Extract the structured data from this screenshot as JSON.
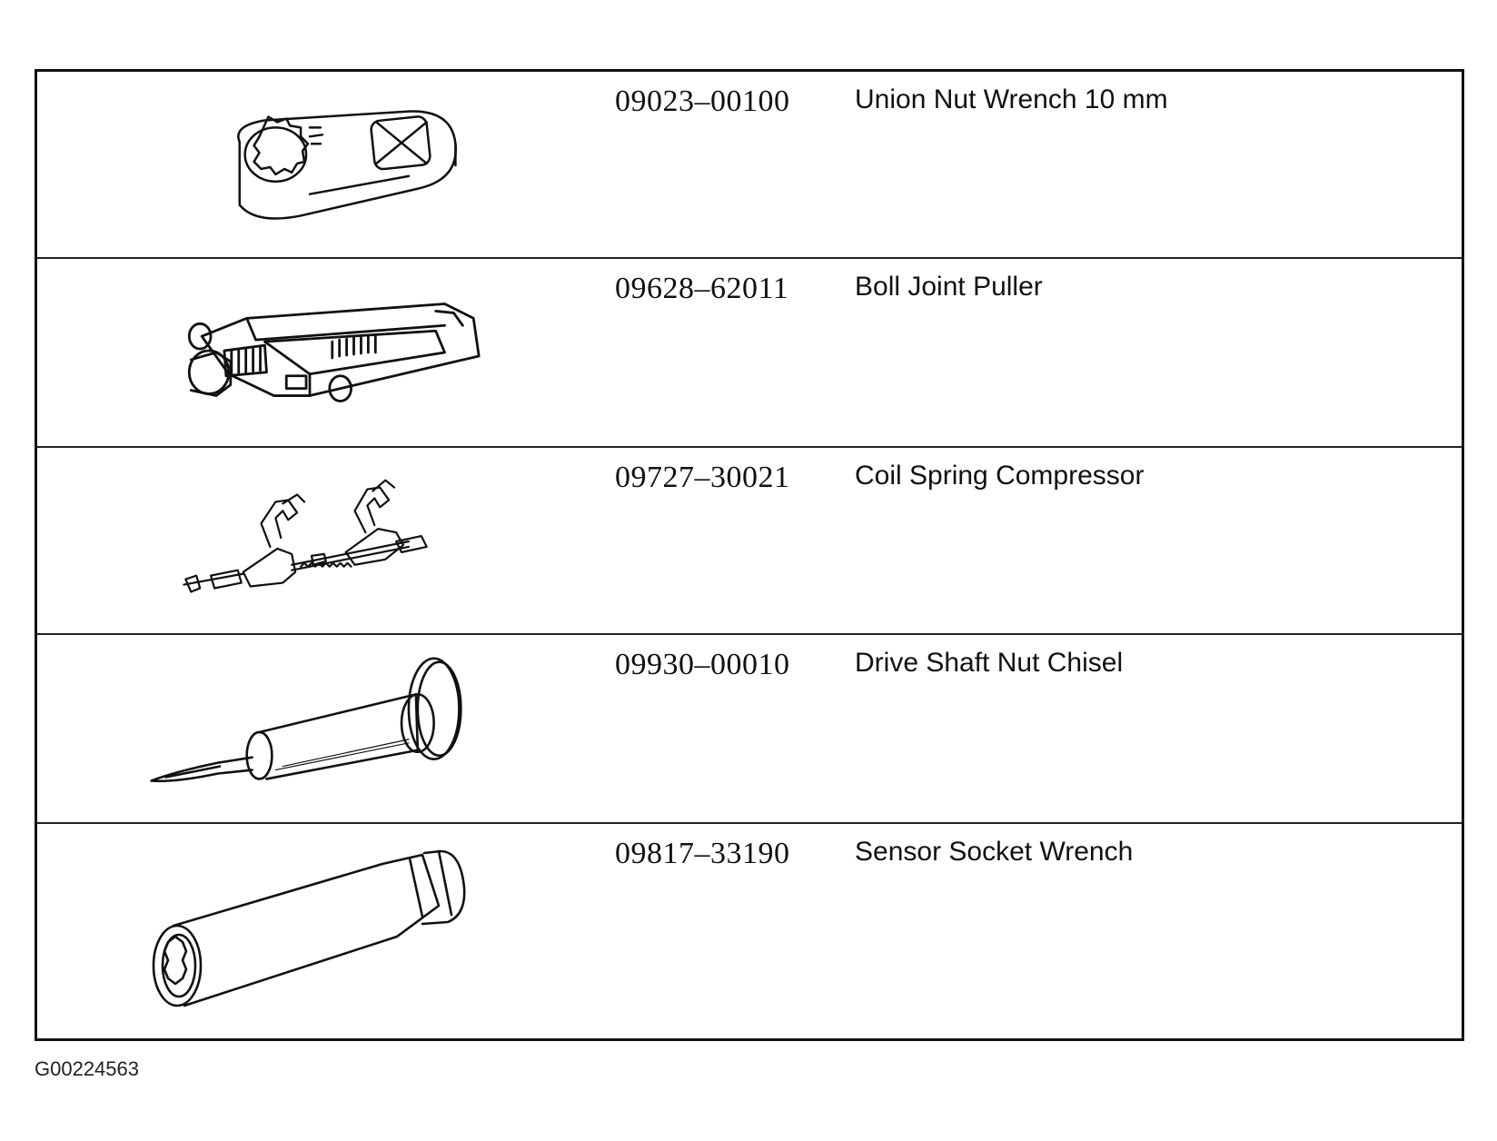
{
  "tools": [
    {
      "part_number": "09023–00100",
      "name": "Union Nut Wrench 10 mm",
      "illustration": "union-nut-wrench-icon"
    },
    {
      "part_number": "09628–62011",
      "name": "Boll Joint Puller",
      "illustration": "ball-joint-puller-icon"
    },
    {
      "part_number": "09727–30021",
      "name": "Coil Spring Compressor",
      "illustration": "coil-spring-compressor-icon"
    },
    {
      "part_number": "09930–00010",
      "name": "Drive Shaft Nut Chisel",
      "illustration": "chisel-icon"
    },
    {
      "part_number": "09817–33190",
      "name": "Sensor Socket Wrench",
      "illustration": "socket-wrench-icon"
    }
  ],
  "figure_id": "G00224563",
  "colors": {
    "line": "#111111",
    "background": "#ffffff"
  }
}
